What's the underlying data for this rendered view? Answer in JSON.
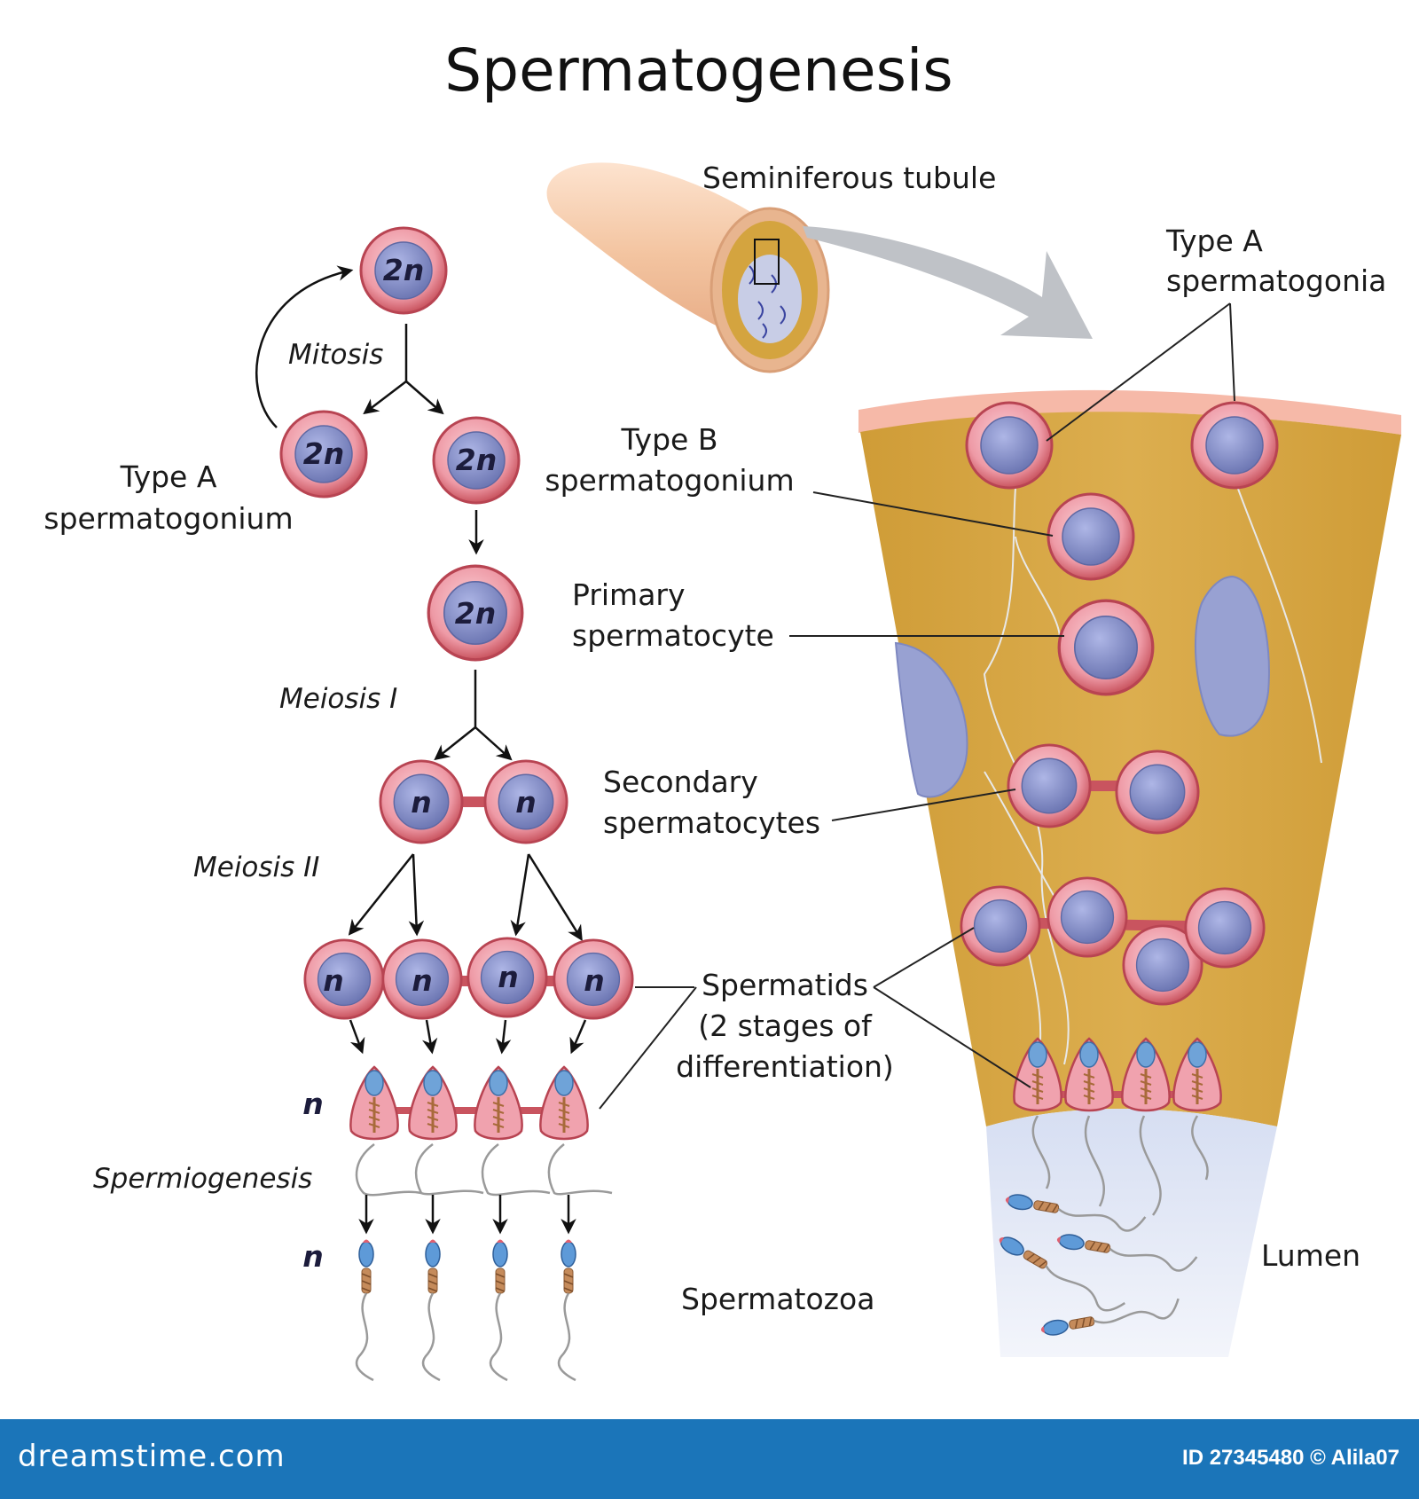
{
  "title": "Spermatogenesis",
  "labels": {
    "tubule": "Seminiferous tubule",
    "mitosis": "Mitosis",
    "type_a_left_1": "Type A",
    "type_a_left_2": "spermatogonium",
    "type_b_1": "Type B",
    "type_b_2": "spermatogonium",
    "primary_1": "Primary",
    "primary_2": "spermatocyte",
    "meiosis1": "Meiosis I",
    "secondary_1": "Secondary",
    "secondary_2": "spermatocytes",
    "meiosis2": "Meiosis II",
    "spermatids_1": "Spermatids",
    "spermatids_2": "(2 stages of",
    "spermatids_3": "differentiation)",
    "spermiogenesis": "Spermiogenesis",
    "spermatozoa": "Spermatozoa",
    "type_a_right_1": "Type A",
    "type_a_right_2": "spermatogonia",
    "lumen": "Lumen"
  },
  "ploidy": {
    "diploid": "2n",
    "haploid": "n"
  },
  "footer": {
    "brand": "dreamstime.com",
    "credit": "ID 27345480 © Alila07"
  },
  "colors": {
    "cell_membrane": "#c9545f",
    "cell_cytoplasm": "#f2aab4",
    "nucleus": "#8792c8",
    "tubule_wall": "#f2c9a6",
    "epithelium": "#d4a43f",
    "lumen": "#dfe5f4",
    "footer": "#1b75b9"
  }
}
